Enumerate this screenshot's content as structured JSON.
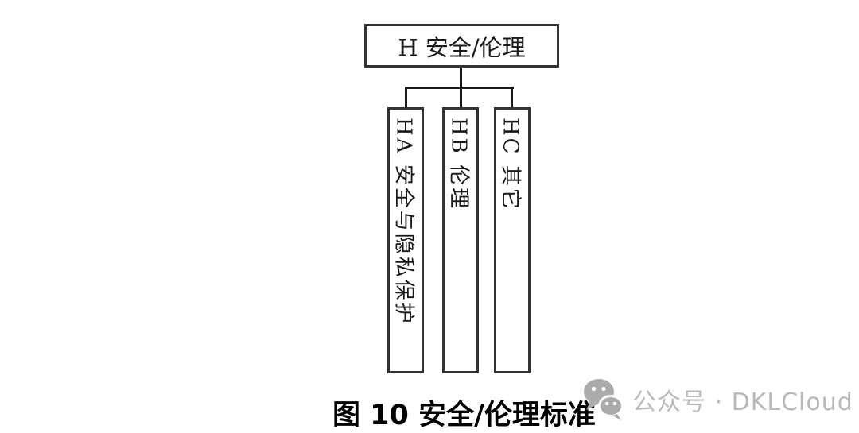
{
  "diagram": {
    "root": {
      "label": "H 安全/伦理"
    },
    "children": [
      {
        "label": "HA 安全与隐私保护"
      },
      {
        "label": "HB 伦理"
      },
      {
        "label": "HC 其它"
      }
    ],
    "caption": "图 10 安全/伦理标准"
  },
  "watermark": {
    "icon": "wechat-icon",
    "text": "公众号 · DKLCloud"
  },
  "colors": {
    "background": "#ffffff",
    "box_border": "#333333",
    "connector_line": "#1a1a1a",
    "diagram_text": "#1a1a1a",
    "caption_text": "#000000",
    "watermark_gray": "#b9b9b9"
  }
}
